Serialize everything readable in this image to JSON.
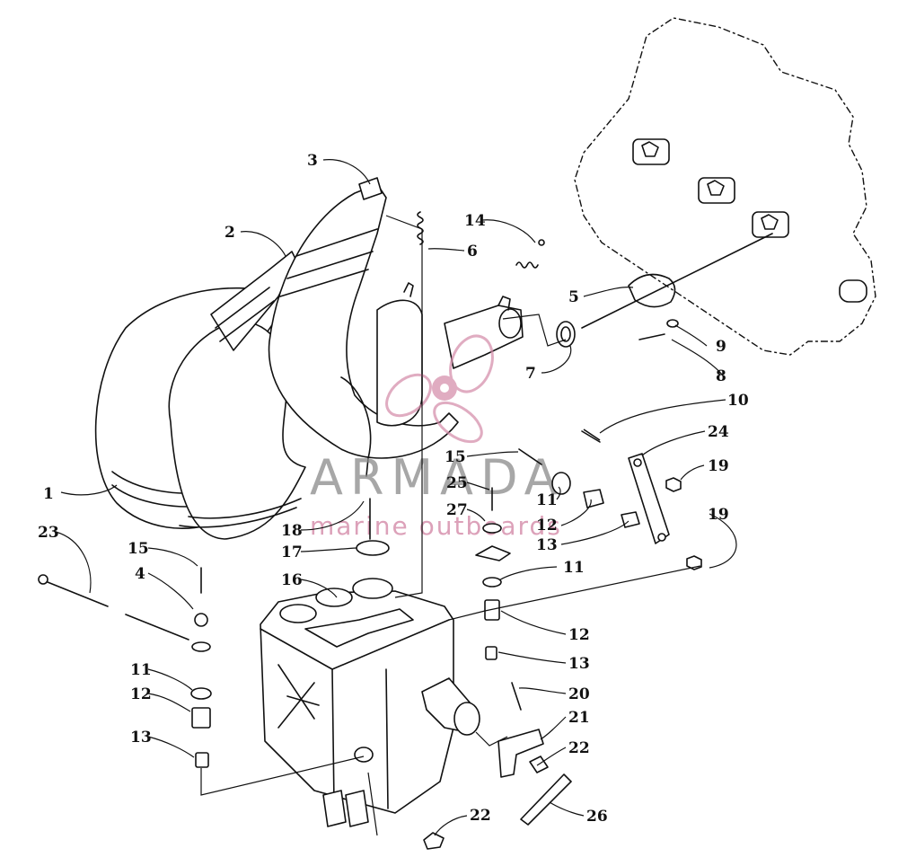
{
  "diagram": {
    "watermark": {
      "brand": "ARMADA",
      "tagline": "marine outboards",
      "accent_color": "#d48aa8"
    },
    "callouts": [
      {
        "id": "c1",
        "text": "1"
      },
      {
        "id": "c2",
        "text": "2"
      },
      {
        "id": "c3",
        "text": "3"
      },
      {
        "id": "c4",
        "text": "4"
      },
      {
        "id": "c5",
        "text": "5"
      },
      {
        "id": "c6",
        "text": "6"
      },
      {
        "id": "c7",
        "text": "7"
      },
      {
        "id": "c8",
        "text": "8"
      },
      {
        "id": "c9",
        "text": "9"
      },
      {
        "id": "c10",
        "text": "10"
      },
      {
        "id": "c11a",
        "text": "11"
      },
      {
        "id": "c11b",
        "text": "11"
      },
      {
        "id": "c11c",
        "text": "11"
      },
      {
        "id": "c12a",
        "text": "12"
      },
      {
        "id": "c12b",
        "text": "12"
      },
      {
        "id": "c12c",
        "text": "12"
      },
      {
        "id": "c13a",
        "text": "13"
      },
      {
        "id": "c13b",
        "text": "13"
      },
      {
        "id": "c13c",
        "text": "13"
      },
      {
        "id": "c14",
        "text": "14"
      },
      {
        "id": "c15a",
        "text": "15"
      },
      {
        "id": "c15b",
        "text": "15"
      },
      {
        "id": "c16",
        "text": "16"
      },
      {
        "id": "c17",
        "text": "17"
      },
      {
        "id": "c18",
        "text": "18"
      },
      {
        "id": "c19a",
        "text": "19"
      },
      {
        "id": "c19b",
        "text": "19"
      },
      {
        "id": "c20",
        "text": "20"
      },
      {
        "id": "c21",
        "text": "21"
      },
      {
        "id": "c22a",
        "text": "22"
      },
      {
        "id": "c22b",
        "text": "22"
      },
      {
        "id": "c23",
        "text": "23"
      },
      {
        "id": "c24",
        "text": "24"
      },
      {
        "id": "c25",
        "text": "25"
      },
      {
        "id": "c26",
        "text": "26"
      },
      {
        "id": "c27",
        "text": "27"
      }
    ]
  }
}
